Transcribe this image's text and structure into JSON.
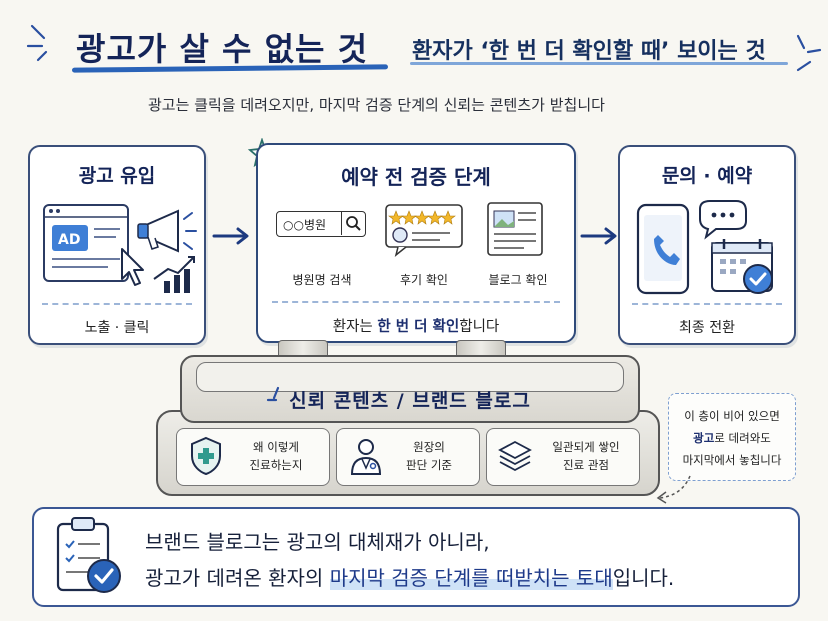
{
  "header": {
    "title": "광고가 살 수 없는 것",
    "subtitle_right": "환자가 ‘한 번 더 확인할 때’ 보이는 것",
    "lead": "광고는 클릭을 데려오지만, 마지막 검증 단계의 신뢰는 콘텐츠가 받칩니다"
  },
  "flow": {
    "left": {
      "title": "광고 유입",
      "ad_text": "AD",
      "footer": "노출 · 클릭"
    },
    "middle": {
      "title": "예약 전 검증 단계",
      "search_text": "○○병원",
      "items": [
        {
          "label": "병원명 검색"
        },
        {
          "label": "후기 확인"
        },
        {
          "label": "블로그 확인"
        }
      ],
      "footer_pre": "환자는 ",
      "footer_hl": "한 번 더 확인",
      "footer_post": "합니다"
    },
    "right": {
      "title": "문의 · 예약",
      "footer": "최종 전환"
    }
  },
  "platform": {
    "label": "신뢰 콘텐츠 / 브랜드 블로그",
    "slots": [
      {
        "line1": "왜 이렇게",
        "line2": "진료하는지",
        "icon": "shield-cross-icon"
      },
      {
        "line1": "원장의",
        "line2": "판단 기준",
        "icon": "doctor-icon"
      },
      {
        "line1": "일관되게 쌓인",
        "line2": "진료 관점",
        "icon": "layers-icon"
      }
    ]
  },
  "note": {
    "line1": "이 층이 비어 있으면",
    "line2_hl": "광고",
    "line2_rest": "로 데려와도",
    "line3": "마지막에서 놓칩니다"
  },
  "bottom": {
    "line1": "브랜드 블로그는 광고의 대체재가 아니라,",
    "line2_pre": "광고가 데려온 환자의 ",
    "line2_hl": "마지막 검증 단계를 떠받치는 토대",
    "line2_post": "입니다."
  },
  "colors": {
    "navy": "#142458",
    "accent_blue": "#2a63b8",
    "highlight": "#cfe2f7"
  }
}
